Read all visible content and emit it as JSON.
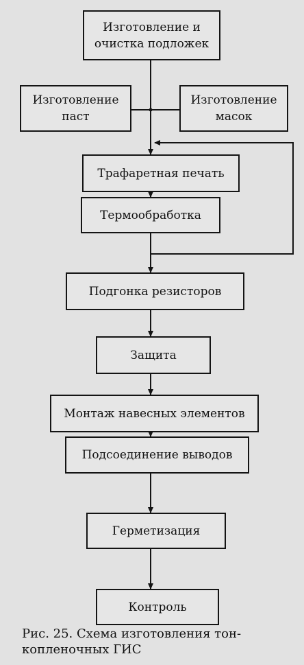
{
  "diagram": {
    "boxes": {
      "substrates": "Изготовление и\nочистка подложек",
      "pastes": "Изготовление\nпаст",
      "masks": "Изготовление\nмасок",
      "screen_printing": "Трафаретная   печать",
      "heat_treatment": "Термообработка",
      "resistor_trimming": "Подгонка резисторов",
      "protection": "Защита",
      "mounting": "Монтаж навесных элементов",
      "lead_connection": "Подсоединение выводов",
      "sealing": "Герметизация",
      "control": "Контроль"
    },
    "caption": "Рис. 25. Схема изготовления тон-\nкопленочных ГИС"
  }
}
